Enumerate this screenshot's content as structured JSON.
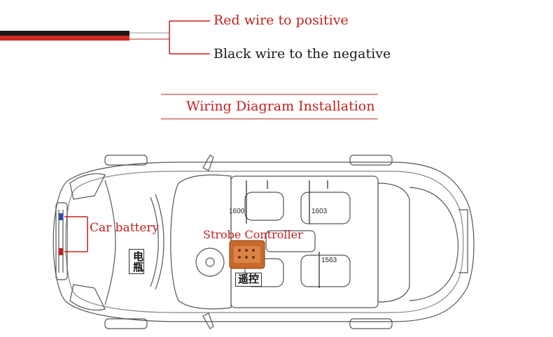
{
  "wires": {
    "red_label": "Red wire to positive",
    "black_label": "Black wire to the negative"
  },
  "title": "Wiring Diagram Installation",
  "labels": {
    "car_battery": "Car battery",
    "strobe_controller": "Strobe Controller",
    "battery_cn": "电瓶",
    "remote_cn": "遥控"
  },
  "dimensions": {
    "d1": "1600",
    "d2": "1603",
    "d3": "1563"
  },
  "colors": {
    "accent_red": "#c0211f",
    "wire_black": "#1a1a1a",
    "controller_orange": "#c8682a",
    "car_line": "#555555"
  }
}
